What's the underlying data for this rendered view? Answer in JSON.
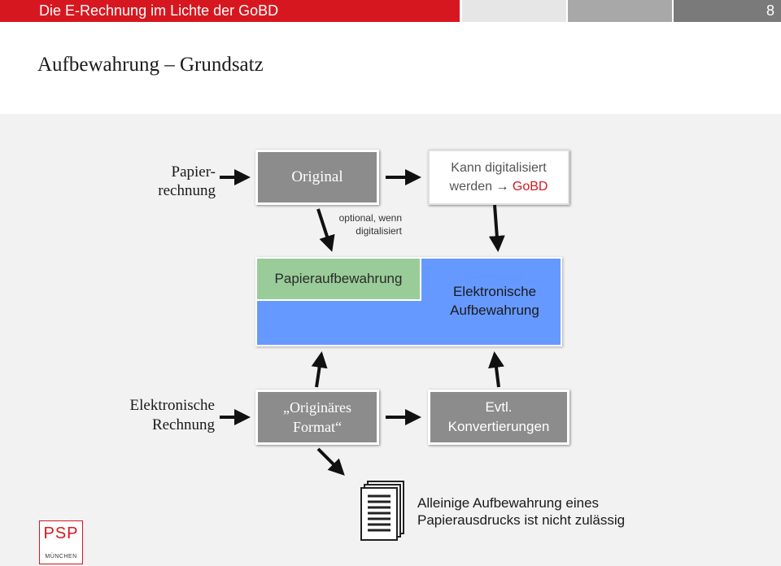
{
  "header": {
    "title": "Die E-Rechnung im Lichte der GoBD",
    "page_number": "8"
  },
  "slide": {
    "title": "Aufbewahrung – Grundsatz"
  },
  "diagram": {
    "paper_invoice": "Papier-\nrechnung",
    "original": "Original",
    "digitize_prefix": "Kann digitalisiert\nwerden ",
    "digitize_arrow": "→ ",
    "digitize_gobd": "GoBD",
    "optional_note": "optional, wenn\ndigitalisiert",
    "paper_storage": "Papieraufbewahrung",
    "electronic_storage": "Elektronische\nAufbewahrung",
    "e_invoice": "Elektronische\nRechnung",
    "original_format": "„Originäres\nFormat“",
    "conversions": "Evtl.\nKonvertierungen",
    "printout_note": "Alleinige Aufbewahrung eines\nPapierausdrucks ist nicht zulässig",
    "accent_color": "#d7171f",
    "blue_color": "#6699ff",
    "green_color": "#99cc99"
  },
  "logo": {
    "text": "PSP",
    "subtext": "MÜNCHEN"
  }
}
